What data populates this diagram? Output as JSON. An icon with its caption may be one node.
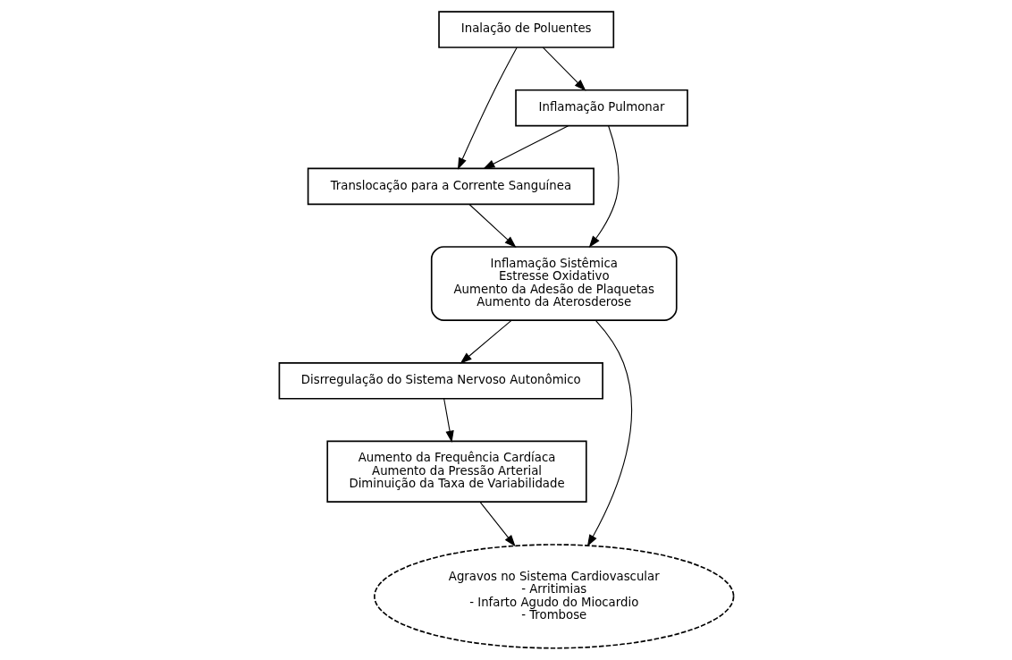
{
  "diagram": {
    "nodes": [
      {
        "text": [
          "Inalação de Poluentes"
        ]
      },
      {
        "text": [
          "Inflamação Pulmonar"
        ]
      },
      {
        "text": [
          "Translocação para a Corrente Sanguínea"
        ]
      },
      {
        "text": [
          "Disrregulação do Sistema Nervoso Autonômico"
        ]
      },
      {
        "text": [
          "Aumento da Frequência Cardíaca",
          "Aumento da Pressão Arterial",
          "Diminuição da Taxa de Variabilidade"
        ]
      },
      {
        "text": [
          "Inflamação Sistêmica",
          "Estresse Oxidativo",
          "Aumento da Adesão de Plaquetas",
          "Aumento da Aterosderose"
        ]
      },
      {
        "text": [
          "Agravos no Sistema Cardiovascular",
          "- Arritimias",
          "- Infarto Agudo do Miocardio",
          "- Trombose"
        ]
      }
    ],
    "edges": [
      {
        "from": 0,
        "to": 1,
        "arrow": "to"
      },
      {
        "from": 0,
        "to": 2,
        "arrow": "to"
      },
      {
        "from": 1,
        "to": 2,
        "arrow": "to"
      },
      {
        "from": 1,
        "to": 5,
        "arrow": "to"
      },
      {
        "from": 2,
        "to": 5,
        "arrow": "to"
      },
      {
        "from": 5,
        "to": 3,
        "arrow": "to"
      },
      {
        "from": 3,
        "to": 4,
        "arrow": "to"
      },
      {
        "from": 4,
        "to": 6,
        "arrow": "to"
      },
      {
        "from": 5,
        "to": 6,
        "arrow": "to"
      }
    ]
  }
}
